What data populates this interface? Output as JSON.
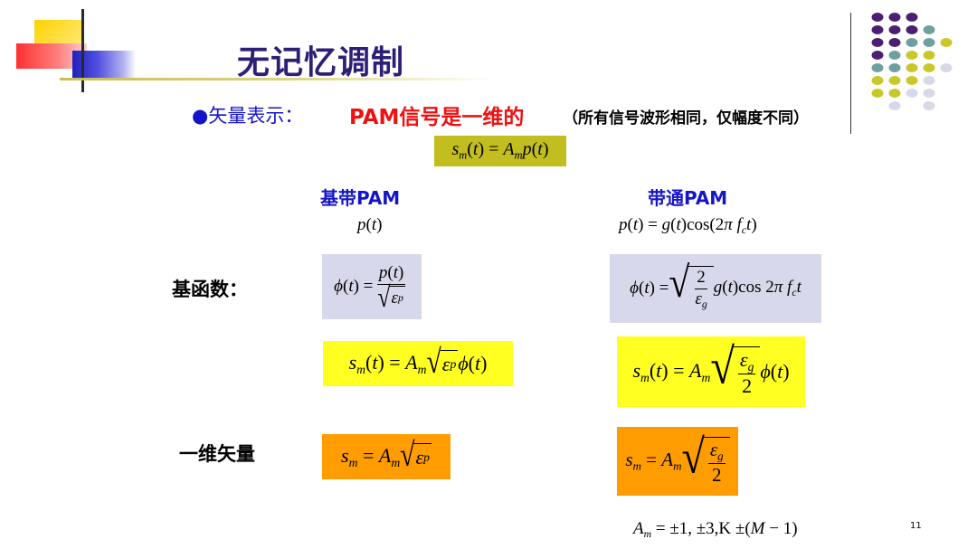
{
  "title": "无记忆调制",
  "bullet": {
    "marker": "●",
    "label": "矢量表示："
  },
  "statement": "PAM信号是一维的",
  "note": "（所有信号波形相同，仅幅度不同）",
  "formula_general": "s_m(t) = A_m p(t)",
  "columns": {
    "baseband": {
      "header": "基带PAM",
      "pulse": "p(t)"
    },
    "bandpass": {
      "header": "带通PAM",
      "pulse": "p(t) = g(t)cos(2πf_c t)"
    }
  },
  "row_labels": {
    "basis": "基函数：",
    "vector": "一维矢量"
  },
  "amplitude_range": "A_m = ±1, ±3, K ±(M − 1)",
  "page_number": "11",
  "colors": {
    "title": "#2e1e76",
    "blue_text": "#1515c8",
    "red_text": "#ee1111",
    "olive_box": "#c2be20",
    "lavender_box": "#d8d8ec",
    "yellow_box": "#ffff22",
    "orange_box": "#ff9c00"
  }
}
